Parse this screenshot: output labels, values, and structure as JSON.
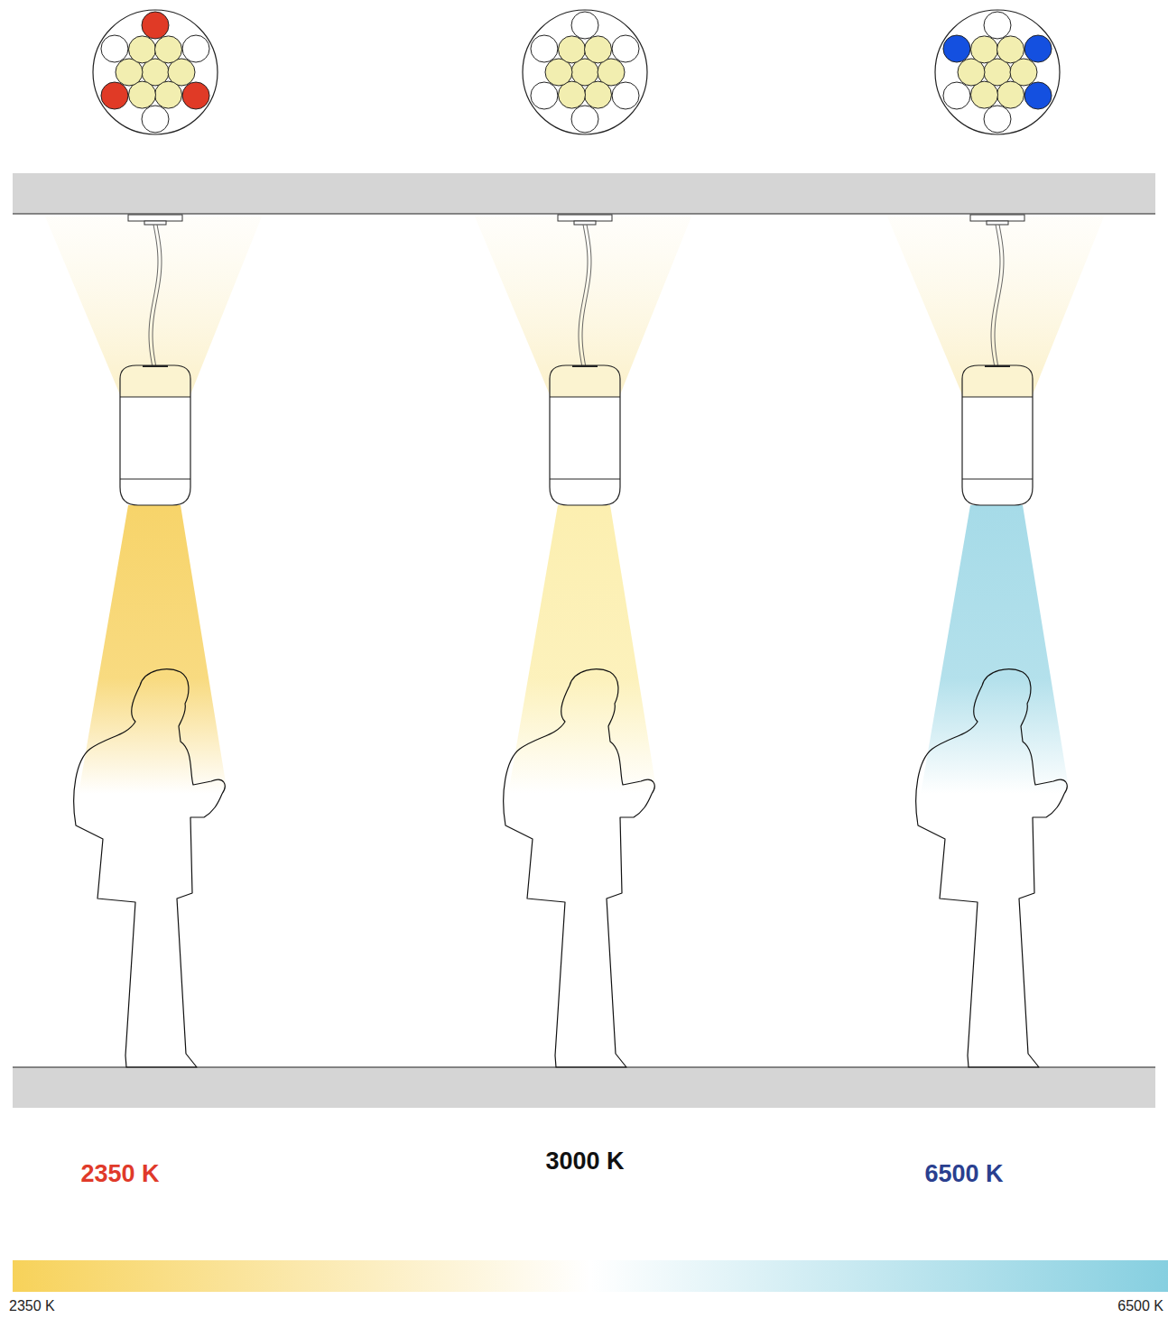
{
  "diagram": {
    "labels": [
      "2350 K",
      "3000 K",
      "6500 K",
      "2350 K",
      "6500 K"
    ]
  }
}
